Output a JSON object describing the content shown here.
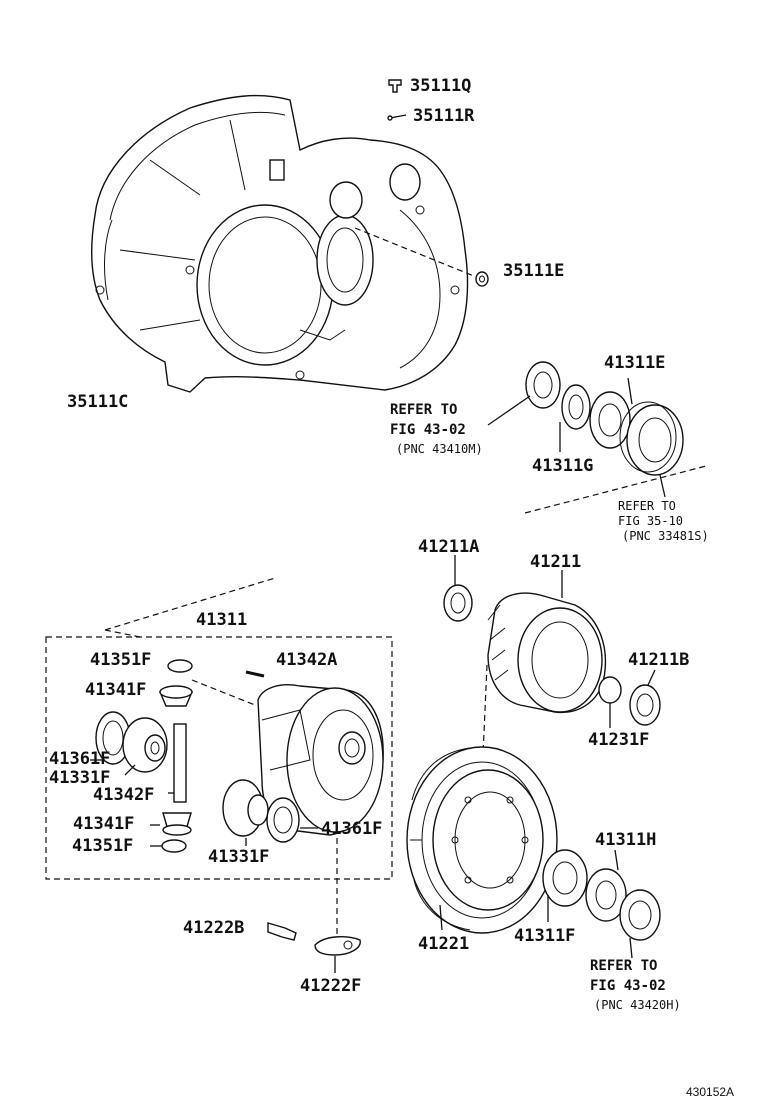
{
  "figure_id": "430152A",
  "labels": {
    "p35111Q": "35111Q",
    "p35111R": "35111R",
    "p35111E": "35111E",
    "p35111C": "35111C",
    "p41311E": "41311E",
    "p41311G": "41311G",
    "p41211A": "41211A",
    "p41211": "41211",
    "p41211B": "41211B",
    "p41231F": "41231F",
    "p41311": "41311",
    "p41351F_top": "41351F",
    "p41342A": "41342A",
    "p41341F_top": "41341F",
    "p41361F_left": "41361F",
    "p41331F_left": "41331F",
    "p41342F": "41342F",
    "p41341F_bottom": "41341F",
    "p41351F_bottom": "41351F",
    "p41331F_bottom": "41331F",
    "p41361F_right": "41361F",
    "p41311H": "41311H",
    "p41221": "41221",
    "p41311F": "41311F",
    "p41222B": "41222B",
    "p41222F": "41222F"
  },
  "references": {
    "ref1": {
      "line1": "REFER TO",
      "line2": "FIG 43-02",
      "line3": "(PNC 43410M)"
    },
    "ref2": {
      "line1": "REFER TO",
      "line2": "FIG 35-10",
      "line3": "(PNC 33481S)"
    },
    "ref3": {
      "line1": "REFER TO",
      "line2": "FIG 43-02",
      "line3": "(PNC 43420H)"
    }
  }
}
